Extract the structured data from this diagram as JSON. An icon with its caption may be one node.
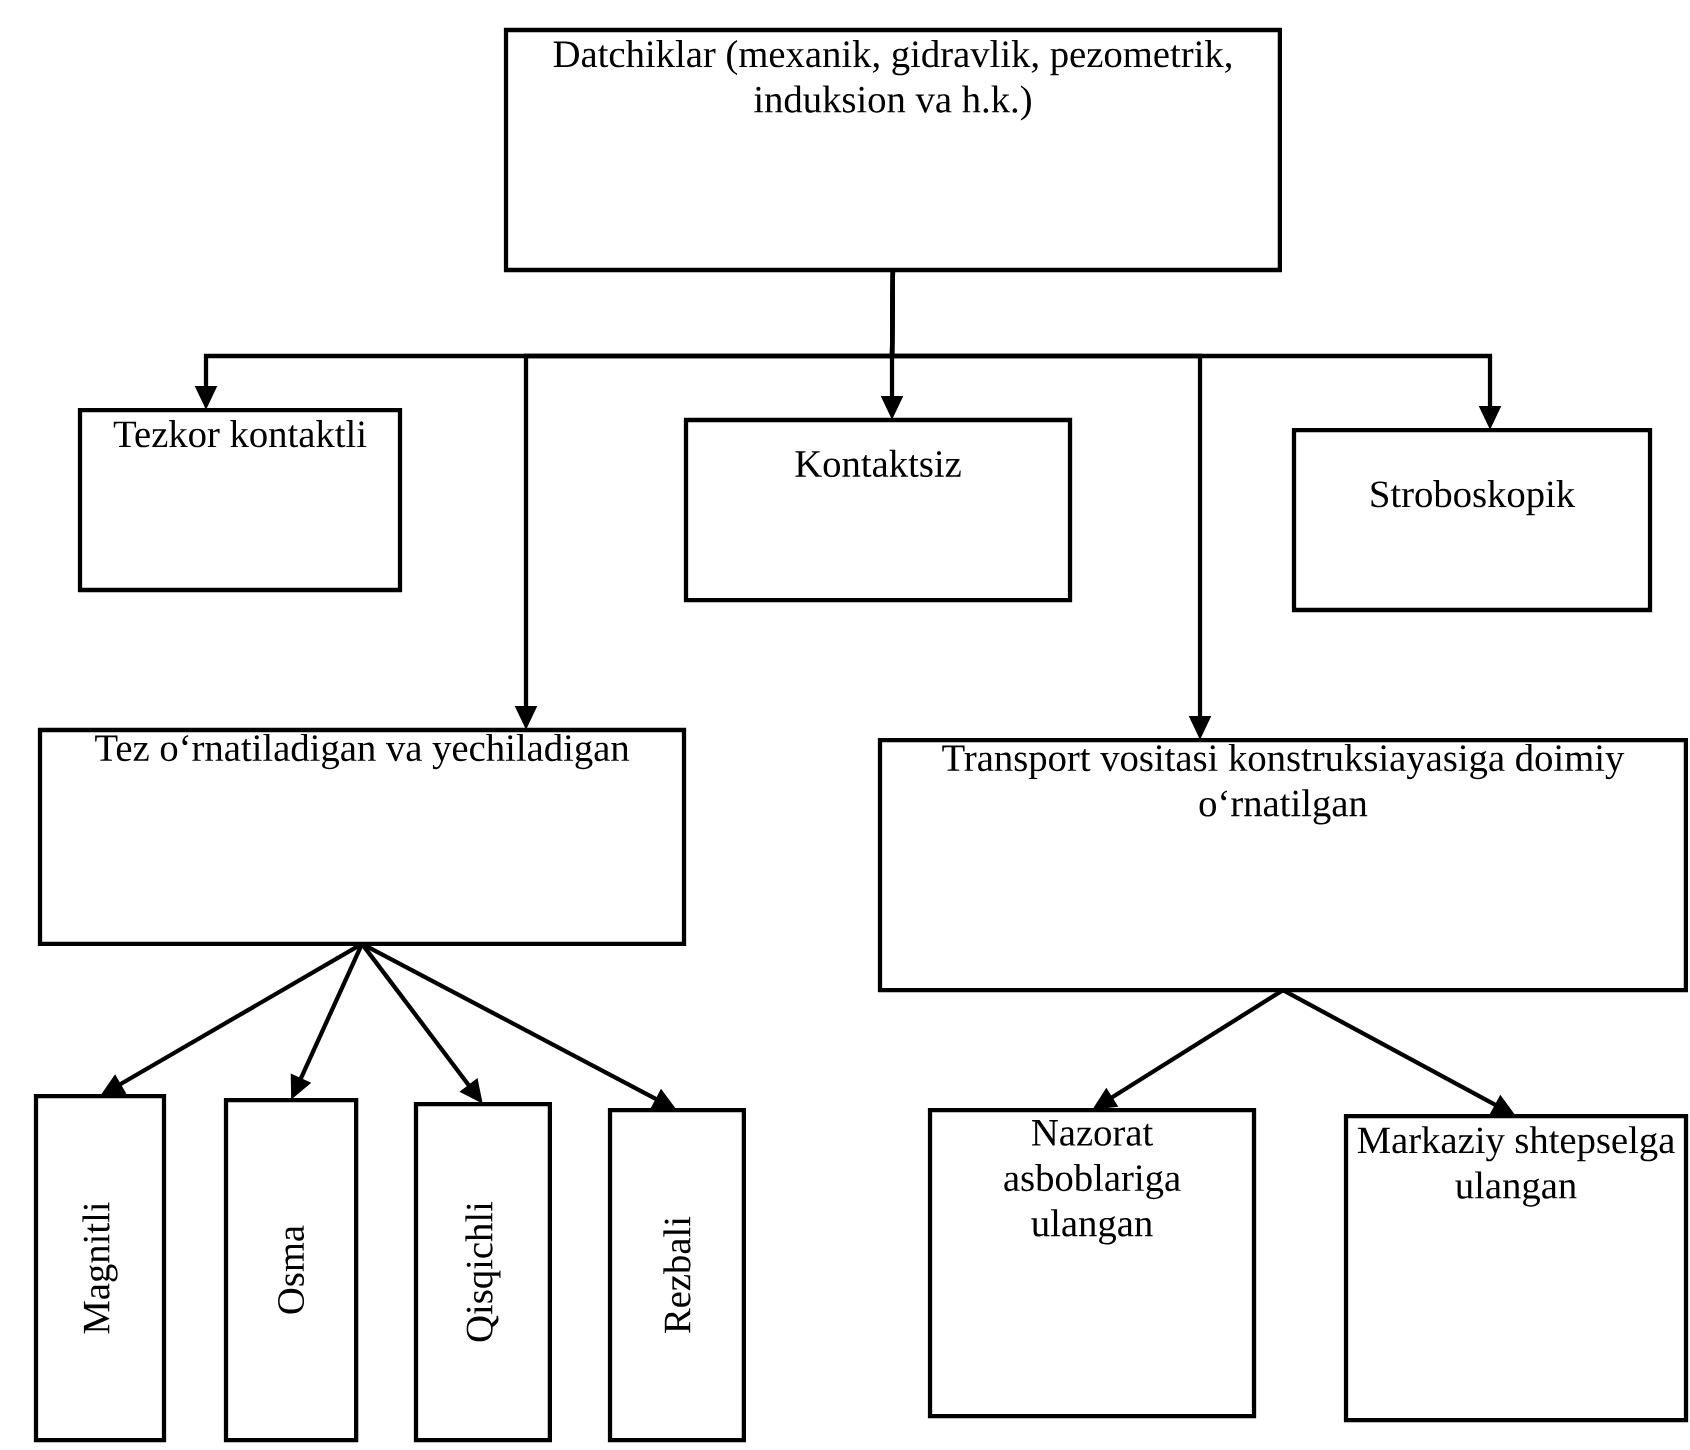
{
  "diagram": {
    "nodes": [
      {
        "text": [
          "Datchiklar (mexanik, gidravlik, pezometrik, induksion va h.k.)"
        ]
      },
      {
        "text": [
          "Tezkor kontaktli"
        ]
      },
      {
        "text": [
          "Kontaktsiz"
        ]
      },
      {
        "text": [
          "Stroboskopik"
        ]
      },
      {
        "text": [
          "Tez o‘rnatiladigan va yechiladigan"
        ]
      },
      {
        "text": [
          "Transport vositasi konstruksiayasiga doimiy o‘rnatilgan"
        ]
      },
      {
        "text": [
          "Magnitli"
        ]
      },
      {
        "text": [
          "Osma"
        ]
      },
      {
        "text": [
          "Qisqichli"
        ]
      },
      {
        "text": [
          "Rezbali"
        ]
      },
      {
        "text": [
          "Nazorat asboblariga ulangan"
        ]
      },
      {
        "text": [
          "Markaziy shtepselga ulangan"
        ]
      }
    ],
    "edges": [
      {
        "from": 0,
        "to": 1,
        "arrow": "to"
      },
      {
        "from": 0,
        "to": 4,
        "arrow": "to"
      },
      {
        "from": 0,
        "to": 2,
        "arrow": "to"
      },
      {
        "from": 0,
        "to": 5,
        "arrow": "to"
      },
      {
        "from": 0,
        "to": 3,
        "arrow": "to"
      },
      {
        "from": 4,
        "to": 6,
        "arrow": "to"
      },
      {
        "from": 4,
        "to": 7,
        "arrow": "to"
      },
      {
        "from": 4,
        "to": 8,
        "arrow": "to"
      },
      {
        "from": 4,
        "to": 9,
        "arrow": "to"
      },
      {
        "from": 5,
        "to": 10,
        "arrow": "to"
      },
      {
        "from": 5,
        "to": 11,
        "arrow": "to"
      }
    ]
  }
}
